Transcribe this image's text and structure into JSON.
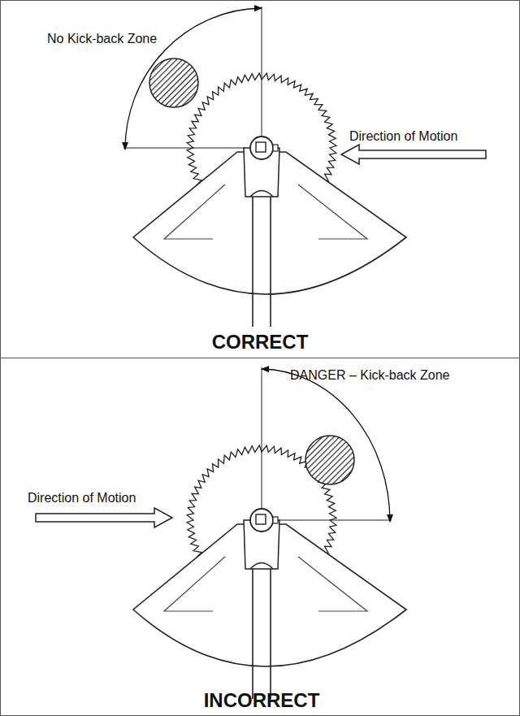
{
  "diagram": {
    "labels": [
      "No Kick-back Zone",
      "Direction of Motion",
      "CORRECT",
      "DANGER – Kick-back Zone",
      "Direction of Motion",
      "INCORRECT"
    ]
  }
}
